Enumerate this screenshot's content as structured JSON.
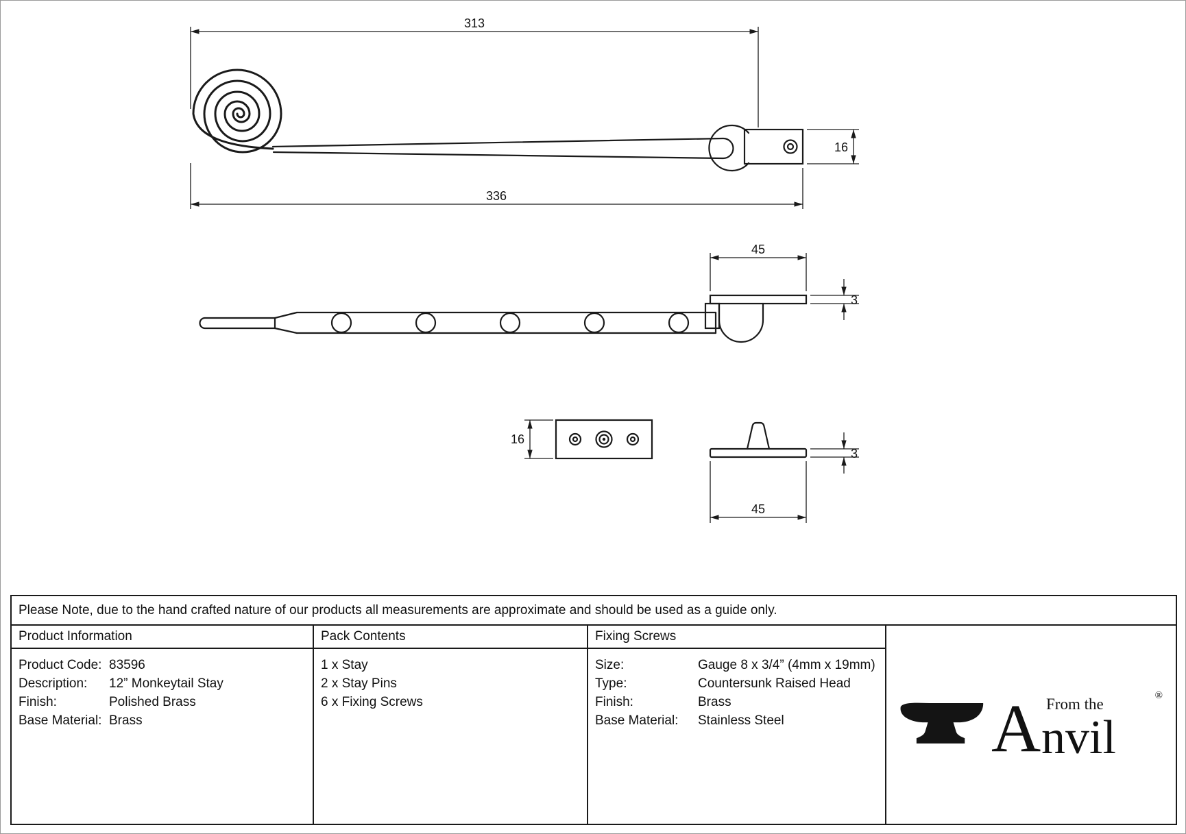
{
  "note": "Please Note, due to the hand crafted nature of our products all measurements are approximate and should be used as a guide only.",
  "drawing": {
    "dims": {
      "side_length_inner": "313",
      "side_length_total": "336",
      "side_height": "16",
      "top_plate_width": "45",
      "top_plate_thickness": "3",
      "pin_plate_height": "16",
      "pin_plate_thickness": "3",
      "pin_plate_width": "45"
    }
  },
  "table": {
    "product_information": {
      "header": "Product Information",
      "rows": [
        {
          "label": "Product Code:",
          "value": "83596"
        },
        {
          "label": "Description:",
          "value": "12” Monkeytail Stay"
        },
        {
          "label": "Finish:",
          "value": "Polished Brass"
        },
        {
          "label": "Base Material:",
          "value": "Brass"
        }
      ]
    },
    "pack_contents": {
      "header": "Pack Contents",
      "items": [
        "1 x Stay",
        "2 x Stay Pins",
        "6 x Fixing Screws"
      ]
    },
    "fixing_screws": {
      "header": "Fixing Screws",
      "rows": [
        {
          "label": "Size:",
          "value": "Gauge 8 x 3/4” (4mm x 19mm)"
        },
        {
          "label": "Type:",
          "value": "Countersunk Raised Head"
        },
        {
          "label": "Finish:",
          "value": "Brass"
        },
        {
          "label": "Base Material:",
          "value": "Stainless Steel"
        }
      ]
    },
    "logo": {
      "tagline": "From the",
      "brand_a": "A",
      "brand_rest": "nvil",
      "registered": "®"
    }
  }
}
